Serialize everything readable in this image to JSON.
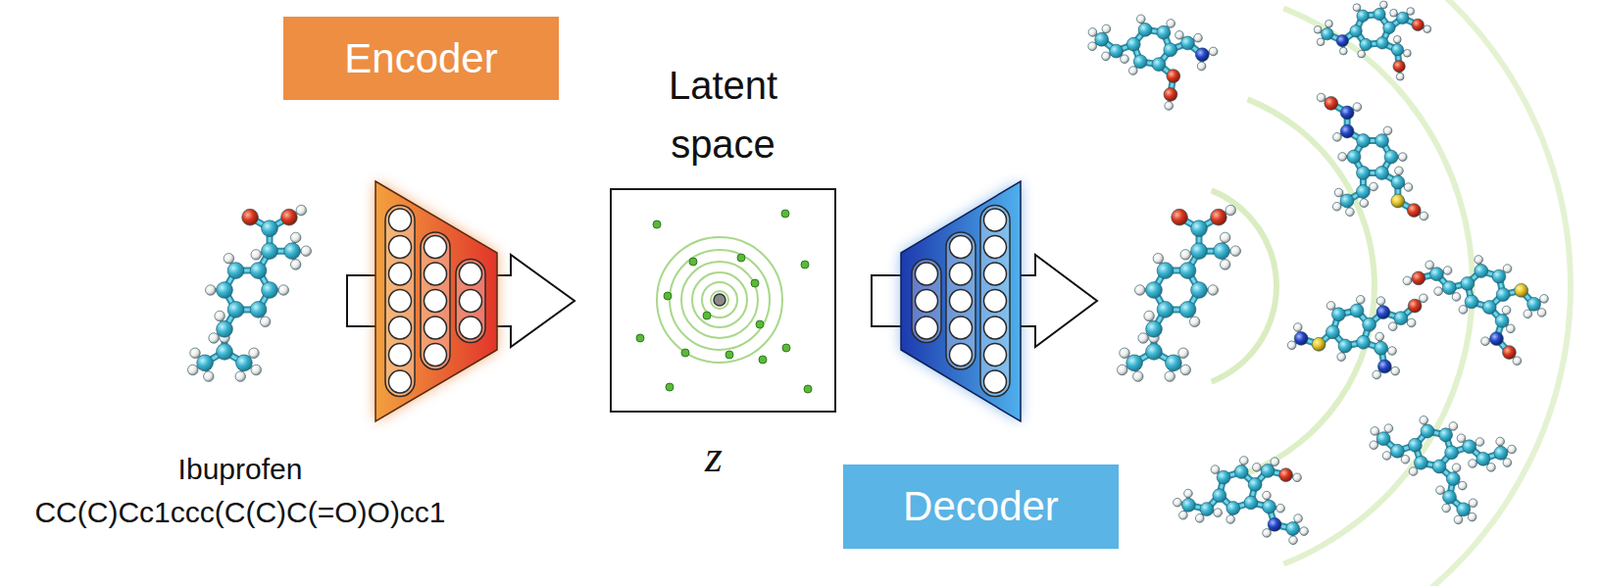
{
  "diagram": {
    "nodes": [
      {
        "text": [
          "Encoder"
        ]
      },
      {
        "text": [
          "Latent space"
        ]
      },
      {
        "text": [
          "Decoder"
        ]
      }
    ],
    "labels": [
      "z",
      "Ibuprofen",
      "CC(C)Cc1ccc(C(C)C(=O)O)cc1"
    ]
  }
}
